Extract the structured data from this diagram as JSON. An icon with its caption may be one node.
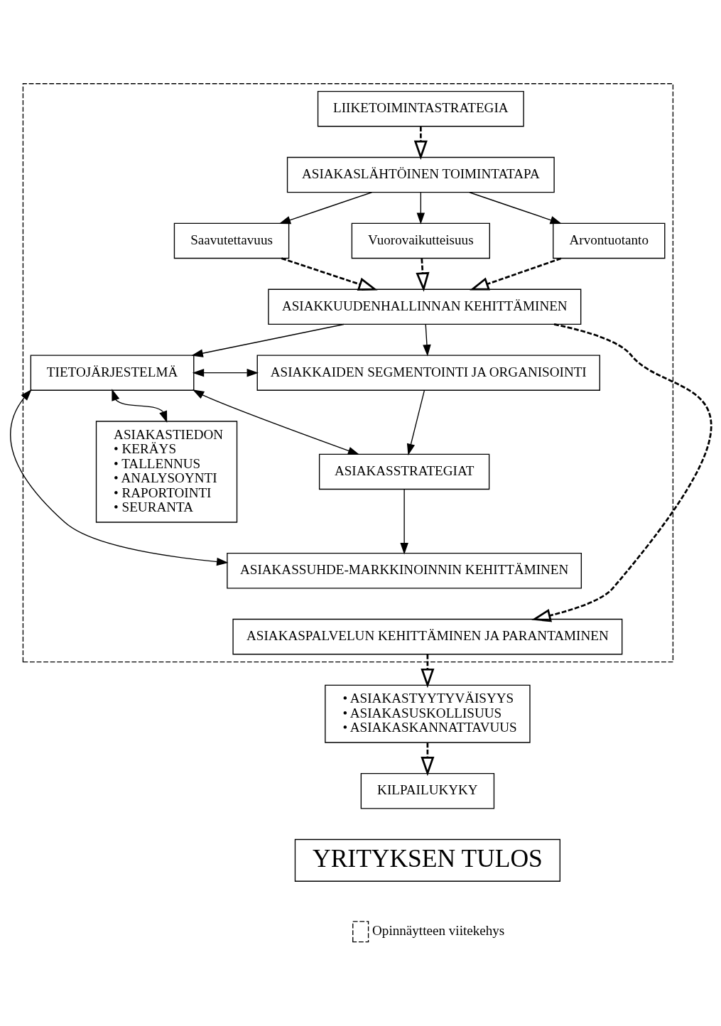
{
  "diagram": {
    "nodes": [
      {
        "text": [],
        "shape": "arrow"
      },
      {
        "text": [
          "LIIKETOIMINTASTRATEGIA"
        ],
        "in": 0
      },
      {
        "text": [
          "ASIAKASLÄHTÖINEN TOIMINTATAPA"
        ],
        "in": 0
      },
      {
        "text": [
          "Saavutettavuus"
        ],
        "in": 0
      },
      {
        "text": [
          "Vuorovaikutteisuus"
        ],
        "in": 0
      },
      {
        "text": [
          "Arvontuotanto"
        ],
        "in": 0
      },
      {
        "text": [
          "ASIAKKUUDENHALLINNAN KEHITTÄMINEN"
        ],
        "in": 0
      },
      {
        "text": [
          "TIETOJÄRJESTELMÄ"
        ],
        "in": 0
      },
      {
        "text": [
          "ASIAKKAIDEN SEGMENTOINTI JA ORGANISOINTI"
        ],
        "in": 0
      },
      {
        "text": [
          "ASIAKASTIEDON",
          "• KERÄYS",
          "• TALLENNUS",
          "• ANALYSOYNTI",
          "• RAPORTOINTI",
          "• SEURANTA"
        ],
        "in": 0
      },
      {
        "text": [
          "ASIAKASSTRATEGIAT"
        ],
        "in": 0
      },
      {
        "text": [
          "ASIAKASSUHDE-MARKKINOINNIN KEHITTÄMINEN"
        ],
        "in": 0
      },
      {
        "text": [
          "ASIAKASPALVELUN KEHITTÄMINEN JA PARANTAMINEN"
        ],
        "in": 0
      },
      {
        "text": [
          "• ASIAKASTYYTYVÄISYYS",
          "• ASIAKASUSKOLLISUUS",
          "• ASIAKASKANNATTAVUUS"
        ]
      },
      {
        "text": [
          "KILPAILUKYKY"
        ]
      },
      {
        "text": [
          "YRITYKSEN TULOS"
        ]
      }
    ],
    "edges": [
      {
        "from": 1,
        "to": 2,
        "arrow": "to",
        "style": "dashed"
      },
      {
        "from": 2,
        "to": 3,
        "arrow": "to"
      },
      {
        "from": 2,
        "to": 4,
        "arrow": "to"
      },
      {
        "from": 2,
        "to": 5,
        "arrow": "to"
      },
      {
        "from": 3,
        "to": 6,
        "arrow": "to",
        "style": "dashed"
      },
      {
        "from": 4,
        "to": 6,
        "arrow": "to",
        "style": "dashed"
      },
      {
        "from": 5,
        "to": 6,
        "arrow": "to",
        "style": "dashed"
      },
      {
        "from": 6,
        "to": 7,
        "arrow": "to"
      },
      {
        "from": 6,
        "to": 8,
        "arrow": "to"
      },
      {
        "from": 7,
        "to": 8,
        "arrow": "both"
      },
      {
        "from": 7,
        "to": 9,
        "arrow": "both"
      },
      {
        "from": 8,
        "to": 10,
        "arrow": "to"
      },
      {
        "from": 10,
        "to": 11,
        "arrow": "to"
      },
      {
        "from": 7,
        "to": 10,
        "arrow": "both"
      },
      {
        "from": 7,
        "to": 11,
        "arrow": "both"
      },
      {
        "from": 6,
        "to": 12,
        "arrow": "to",
        "style": "dashed"
      },
      {
        "from": 12,
        "to": 13,
        "arrow": "to",
        "style": "dashed"
      },
      {
        "from": 13,
        "to": 14,
        "arrow": "to",
        "style": "dashed"
      }
    ],
    "legend": [
      {
        "text": "Opinnäytteen viitekehys"
      }
    ]
  }
}
